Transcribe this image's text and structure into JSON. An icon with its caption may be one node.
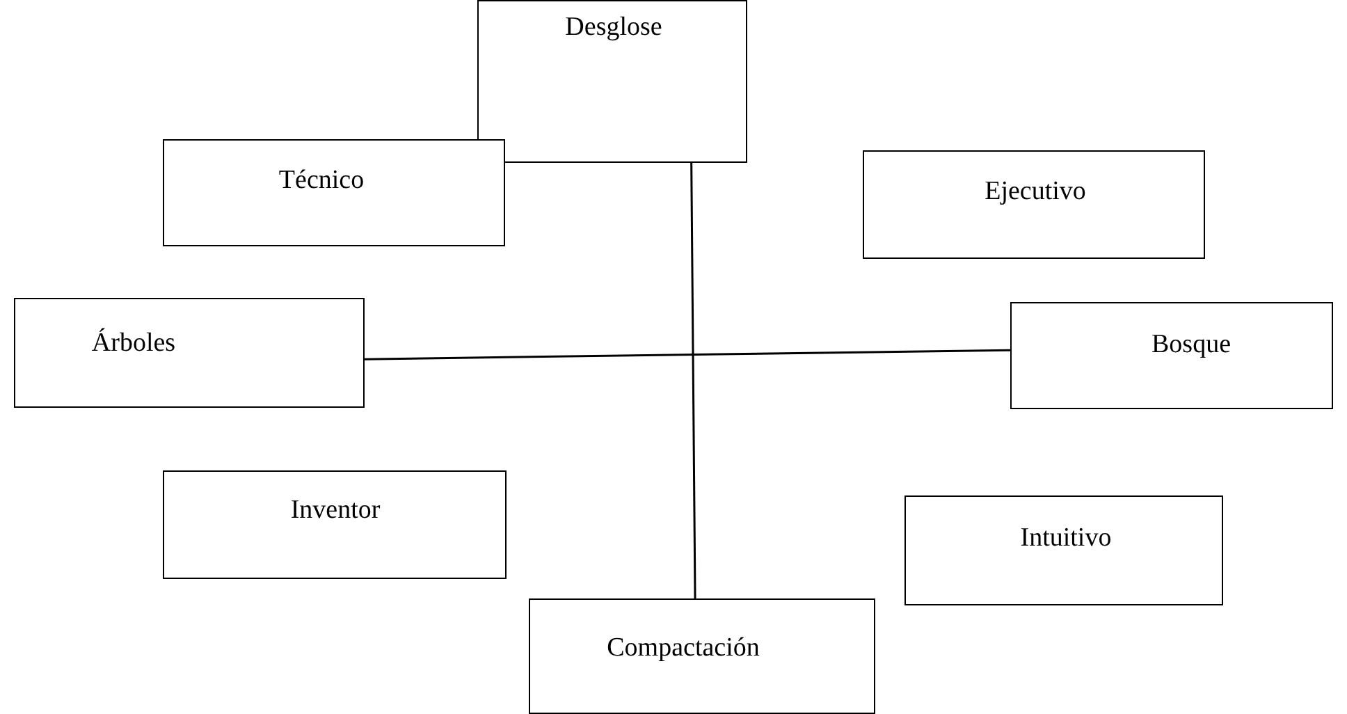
{
  "diagram": {
    "nodes": [
      {
        "text": [
          "Desglose"
        ]
      },
      {
        "text": [
          "Técnico"
        ]
      },
      {
        "text": [
          "Ejecutivo"
        ]
      },
      {
        "text": [
          "Árboles"
        ]
      },
      {
        "text": [
          "Bosque"
        ]
      },
      {
        "text": [
          "Inventor"
        ]
      },
      {
        "text": [
          "Intuitivo"
        ]
      },
      {
        "text": [
          "Compactación"
        ]
      }
    ],
    "edges": [
      {
        "from": 0,
        "to": 7,
        "arrow": "none"
      },
      {
        "from": 3,
        "to": 4,
        "arrow": "none"
      }
    ]
  }
}
